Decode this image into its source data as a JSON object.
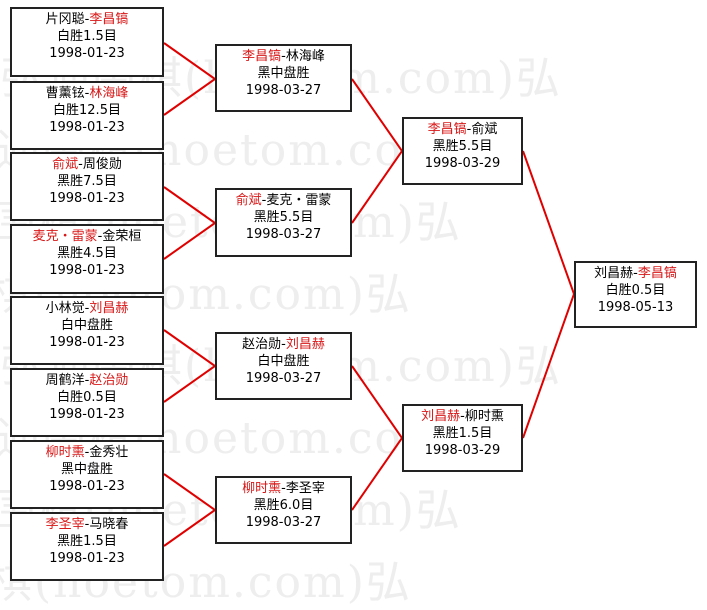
{
  "watermark": "弘通围棋(hoetom.com)弘",
  "colors": {
    "winner": "#d81818",
    "line": "#e00000",
    "border": "#222222"
  },
  "matches": {
    "r1": [
      {
        "p1": "片冈聪",
        "p2": "李昌镐",
        "winner": 2,
        "result": "白胜1.5目",
        "date": "1998-01-23"
      },
      {
        "p1": "曹薰铉",
        "p2": "林海峰",
        "winner": 2,
        "result": "白胜12.5目",
        "date": "1998-01-23"
      },
      {
        "p1": "俞斌",
        "p2": "周俊勋",
        "winner": 1,
        "result": "黑胜7.5目",
        "date": "1998-01-23"
      },
      {
        "p1": "麦克・雷蒙",
        "p2": "金荣桓",
        "winner": 1,
        "result": "黑胜4.5目",
        "date": "1998-01-23"
      },
      {
        "p1": "小林觉",
        "p2": "刘昌赫",
        "winner": 2,
        "result": "白中盘胜",
        "date": "1998-01-23"
      },
      {
        "p1": "周鹤洋",
        "p2": "赵治勋",
        "winner": 2,
        "result": "白胜0.5目",
        "date": "1998-01-23"
      },
      {
        "p1": "柳时熏",
        "p2": "金秀壮",
        "winner": 1,
        "result": "黑中盘胜",
        "date": "1998-01-23"
      },
      {
        "p1": "李圣宰",
        "p2": "马晓春",
        "winner": 1,
        "result": "黑胜1.5目",
        "date": "1998-01-23"
      }
    ],
    "r2": [
      {
        "p1": "李昌镐",
        "p2": "林海峰",
        "winner": 1,
        "result": "黑中盘胜",
        "date": "1998-03-27"
      },
      {
        "p1": "俞斌",
        "p2": "麦克・雷蒙",
        "winner": 1,
        "result": "黑胜5.5目",
        "date": "1998-03-27"
      },
      {
        "p1": "赵治勋",
        "p2": "刘昌赫",
        "winner": 2,
        "result": "白中盘胜",
        "date": "1998-03-27"
      },
      {
        "p1": "柳时熏",
        "p2": "李圣宰",
        "winner": 1,
        "result": "黑胜6.0目",
        "date": "1998-03-27"
      }
    ],
    "r3": [
      {
        "p1": "李昌镐",
        "p2": "俞斌",
        "winner": 1,
        "result": "黑胜5.5目",
        "date": "1998-03-29"
      },
      {
        "p1": "刘昌赫",
        "p2": "柳时熏",
        "winner": 1,
        "result": "黑胜1.5目",
        "date": "1998-03-29"
      }
    ],
    "final": [
      {
        "p1": "刘昌赫",
        "p2": "李昌镐",
        "winner": 2,
        "result": "白胜0.5目",
        "date": "1998-05-13"
      }
    ]
  }
}
